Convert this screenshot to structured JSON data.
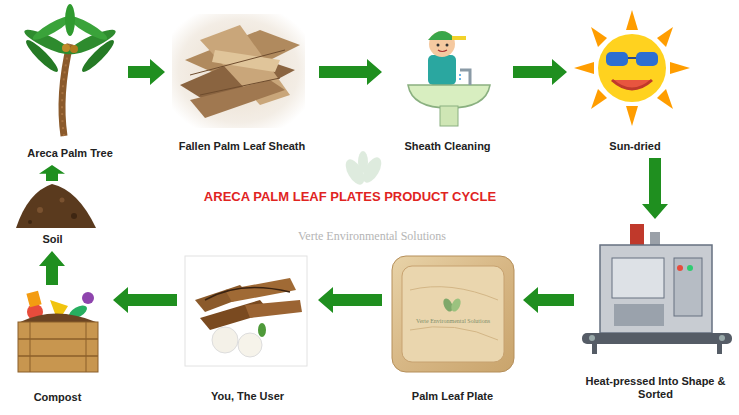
{
  "diagram": {
    "title": "ARECA PALM LEAF PLATES PRODUCT CYCLE",
    "nodes": [
      {
        "text": [
          "Areca Palm Tree"
        ]
      },
      {
        "text": [
          "Fallen Palm Leaf Sheath"
        ]
      },
      {
        "text": [
          "Sheath Cleaning"
        ]
      },
      {
        "text": [
          "Sun-dried"
        ]
      },
      {
        "text": [
          "Heat-pressed Into Shape & Sorted"
        ]
      },
      {
        "text": [
          "Palm Leaf Plate"
        ]
      },
      {
        "text": [
          "You, The User"
        ]
      },
      {
        "text": [
          "Compost"
        ]
      },
      {
        "text": [
          "Soil"
        ]
      }
    ],
    "edges": [
      {
        "from": 0,
        "to": 1,
        "arrow": "to"
      },
      {
        "from": 1,
        "to": 2,
        "arrow": "to"
      },
      {
        "from": 2,
        "to": 3,
        "arrow": "to"
      },
      {
        "from": 3,
        "to": 4,
        "arrow": "to"
      },
      {
        "from": 4,
        "to": 5,
        "arrow": "to"
      },
      {
        "from": 5,
        "to": 6,
        "arrow": "to"
      },
      {
        "from": 6,
        "to": 7,
        "arrow": "to"
      },
      {
        "from": 7,
        "to": 8,
        "arrow": "to"
      },
      {
        "from": 8,
        "to": 0,
        "arrow": "to"
      }
    ],
    "labels": [
      "Verte Environmental Solutions",
      "Verte Environmental Solutions"
    ]
  }
}
